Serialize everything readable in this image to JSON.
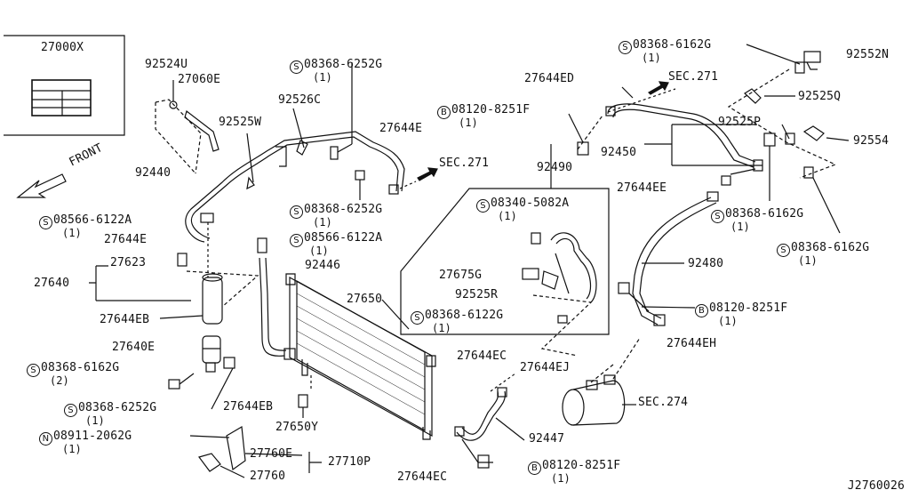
{
  "labels": {
    "p27000x": "27000X",
    "p92524u": "92524U",
    "p27060e": "27060E",
    "p92525w": "92525W",
    "p92526c": "92526C",
    "p92440": "92440",
    "front": "FRONT",
    "p27644e_l": "27644E",
    "p27623": "27623",
    "p27640": "27640",
    "p27644eb_l": "27644EB",
    "p27640e": "27640E",
    "p92446": "92446",
    "p27650": "27650",
    "p27644eb_b": "27644EB",
    "p27650y": "27650Y",
    "p27760e": "27760E",
    "p27760": "27760",
    "p27710p": "27710P",
    "p27644e_c": "27644E",
    "sec271_c": "SEC.271",
    "p92490": "92490",
    "p27675g": "27675G",
    "p92525r": "92525R",
    "p27644ec_m": "27644EC",
    "p27644ej": "27644EJ",
    "p92447": "92447",
    "p27644ec_b": "27644EC",
    "p27644ed": "27644ED",
    "sec271_r": "SEC.271",
    "p92552n": "92552N",
    "p92525q": "92525Q",
    "p92525p": "92525P",
    "p92554": "92554",
    "p92450": "92450",
    "p27644ee": "27644EE",
    "p92480": "92480",
    "p27644eh": "27644EH",
    "sec274": "SEC.274",
    "code": "J2760026"
  },
  "fasteners": {
    "f1": {
      "sym": "S",
      "num": "08368-6252G",
      "qty": "(1)"
    },
    "f2": {
      "sym": "S",
      "num": "08368-6252G",
      "qty": "(1)"
    },
    "f3": {
      "sym": "S",
      "num": "08566-6122A",
      "qty": "(1)"
    },
    "f4": {
      "sym": "S",
      "num": "08566-6122A",
      "qty": "(1)"
    },
    "f5": {
      "sym": "S",
      "num": "08368-6162G",
      "qty": "(2)"
    },
    "f6": {
      "sym": "S",
      "num": "08368-6252G",
      "qty": "(1)"
    },
    "f7": {
      "sym": "N",
      "num": "08911-2062G",
      "qty": "(1)"
    },
    "f8": {
      "sym": "B",
      "num": "08120-8251F",
      "qty": "(1)"
    },
    "f9": {
      "sym": "S",
      "num": "08340-5082A",
      "qty": "(1)"
    },
    "f10": {
      "sym": "S",
      "num": "08368-6122G",
      "qty": "(1)"
    },
    "f11": {
      "sym": "B",
      "num": "08120-8251F",
      "qty": "(1)"
    },
    "f12": {
      "sym": "S",
      "num": "08368-6162G",
      "qty": "(1)"
    },
    "f13": {
      "sym": "S",
      "num": "08368-6162G",
      "qty": "(1)"
    },
    "f14": {
      "sym": "S",
      "num": "08368-6162G",
      "qty": "(1)"
    },
    "f15": {
      "sym": "B",
      "num": "08120-8251F",
      "qty": "(1)"
    }
  }
}
